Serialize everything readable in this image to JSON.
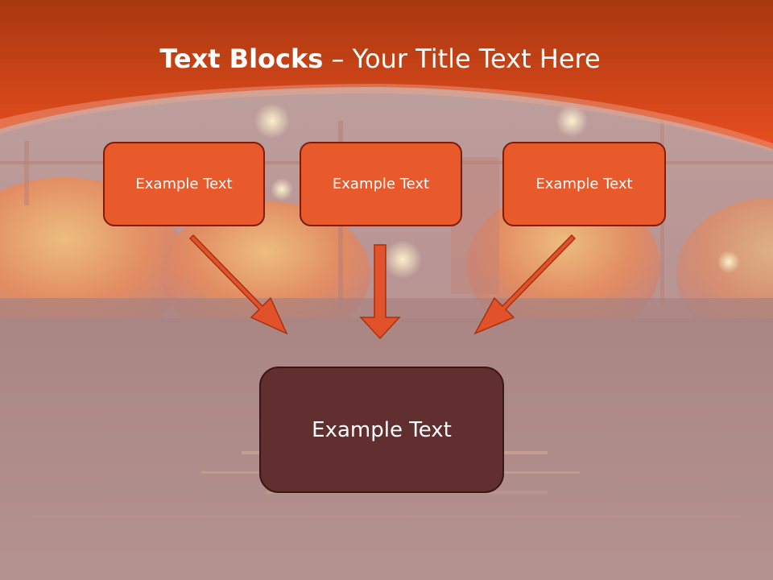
{
  "title": {
    "bold": "Text Blocks",
    "rest": " – Your Title Text Here"
  },
  "top_boxes": [
    {
      "label": "Example Text"
    },
    {
      "label": "Example Text"
    },
    {
      "label": "Example Text"
    }
  ],
  "bottom_box": {
    "label": "Example Text"
  },
  "colors": {
    "header_orange": "#e2471d",
    "box_fill": "#e85a2c",
    "box_border": "#7a1e0c",
    "bottom_box_fill": "#612f30",
    "arrow": "#e2522a"
  }
}
